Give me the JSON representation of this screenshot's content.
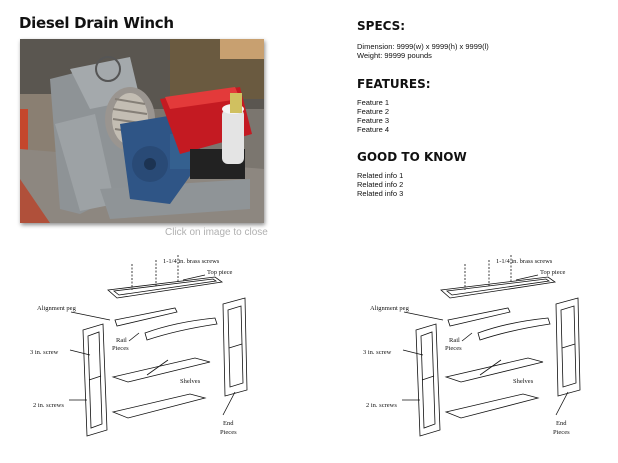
{
  "product": {
    "title": "Diesel Drain Winch",
    "image_caption": "Click on image to close"
  },
  "specs": {
    "heading": "SPECS:",
    "dimension": "Dimension: 9999(w) x 9999(h) x 9999(l)",
    "weight": "Weight: 99999 pounds"
  },
  "features": {
    "heading": "FEATURES:",
    "items": [
      "Feature 1",
      "Feature 2",
      "Feature 3",
      "Feature 4"
    ]
  },
  "good_to_know": {
    "heading": "GOOD TO KNOW",
    "items": [
      "Related info 1",
      "Related info 2",
      "Related info 3"
    ]
  },
  "diagram": {
    "labels": {
      "brass_screws": "1-1/4 in. brass screws",
      "top_piece": "Top piece",
      "alignment_peg": "Alignment peg",
      "rail_pieces_1": "Rail",
      "rail_pieces_2": "Pieces",
      "three_in_screw": "3 in. screw",
      "shelves": "Shelves",
      "two_in_screws": "2 in. screws",
      "end_pieces_1": "End",
      "end_pieces_2": "Pieces"
    }
  }
}
